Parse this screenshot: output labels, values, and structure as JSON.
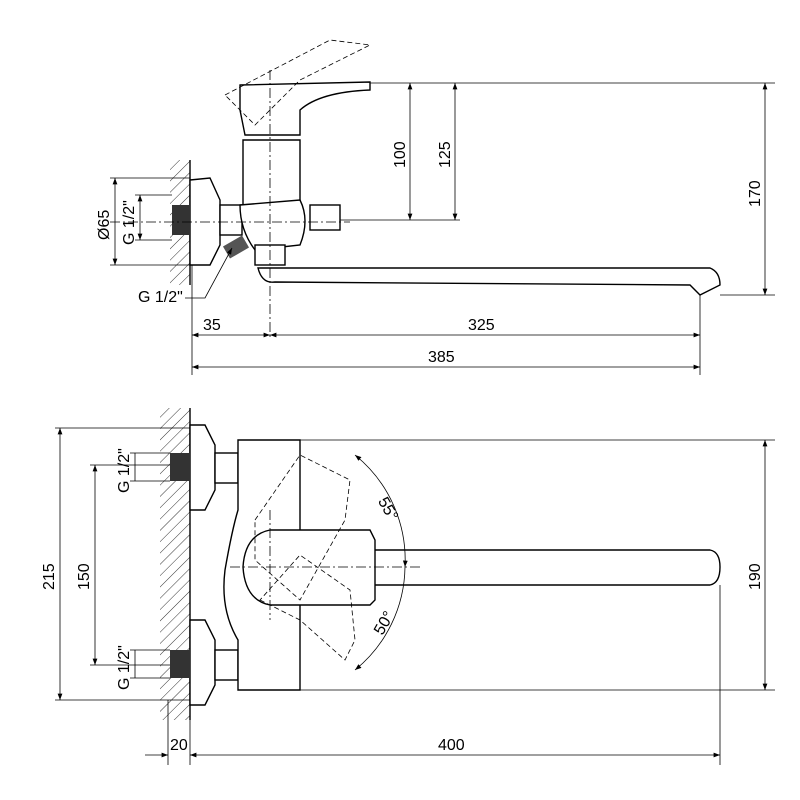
{
  "side_view": {
    "dim_100": "100",
    "dim_125": "125",
    "dim_170": "170",
    "dim_diameter": "Ø65",
    "dim_thread": "G 1/2\"",
    "thread_callout": "G 1/2\"",
    "dim_35": "35",
    "dim_325": "325",
    "dim_385": "385"
  },
  "top_view": {
    "dim_215": "215",
    "dim_150": "150",
    "dim_190": "190",
    "thread_upper": "G 1/2\"",
    "thread_lower": "G 1/2\"",
    "angle_upper": "55°",
    "angle_lower": "50°",
    "dim_20": "20",
    "dim_400": "400"
  }
}
